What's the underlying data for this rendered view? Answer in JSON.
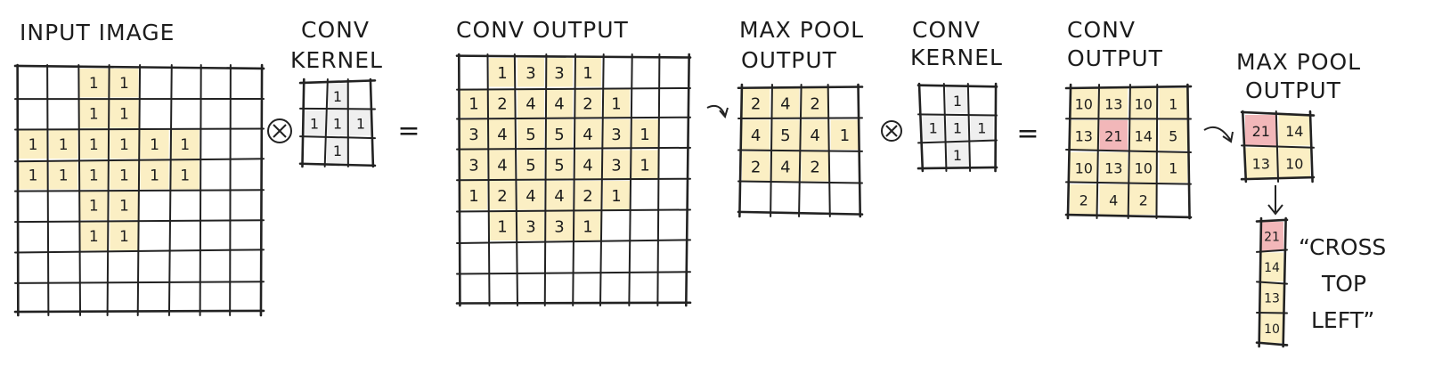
{
  "labels": {
    "input_image": "INPUT IMAGE",
    "conv_kernel_1": [
      "CONV",
      "KERNEL"
    ],
    "conv_output_1": "CONV OUTPUT",
    "max_pool_output_1": [
      "MAX POOL",
      "OUTPUT"
    ],
    "conv_kernel_2": [
      "CONV",
      "KERNEL"
    ],
    "conv_output_2": [
      "CONV",
      "OUTPUT"
    ],
    "max_pool_output_2": [
      "MAX POOL",
      "OUTPUT"
    ],
    "result_caption": [
      "“CROSS",
      "TOP",
      "LEFT”"
    ]
  },
  "symbols": {
    "convolve": "⊗",
    "equals": "="
  },
  "colors": {
    "highlight": "#fbefc4",
    "max_highlight": "#f2b7b9",
    "kernel_fill": "#efefef",
    "ink": "#1c1c1c"
  },
  "grids": [
    {
      "id": "input-image",
      "rows": 8,
      "cols": 8,
      "values": [
        [
          "",
          "",
          "1",
          "1",
          "",
          "",
          "",
          ""
        ],
        [
          "",
          "",
          "1",
          "1",
          "",
          "",
          "",
          ""
        ],
        [
          "1",
          "1",
          "1",
          "1",
          "1",
          "1",
          "",
          ""
        ],
        [
          "1",
          "1",
          "1",
          "1",
          "1",
          "1",
          "",
          ""
        ],
        [
          "",
          "",
          "1",
          "1",
          "",
          "",
          "",
          ""
        ],
        [
          "",
          "",
          "1",
          "1",
          "",
          "",
          "",
          ""
        ],
        [
          "",
          "",
          "",
          "",
          "",
          "",
          "",
          ""
        ],
        [
          "",
          "",
          "",
          "",
          "",
          "",
          "",
          ""
        ]
      ],
      "fill": [
        [
          0,
          0,
          1,
          1,
          0,
          0,
          0,
          0
        ],
        [
          0,
          0,
          1,
          1,
          0,
          0,
          0,
          0
        ],
        [
          1,
          1,
          1,
          1,
          1,
          1,
          0,
          0
        ],
        [
          1,
          1,
          1,
          1,
          1,
          1,
          0,
          0
        ],
        [
          0,
          0,
          1,
          1,
          0,
          0,
          0,
          0
        ],
        [
          0,
          0,
          1,
          1,
          0,
          0,
          0,
          0
        ],
        [
          0,
          0,
          0,
          0,
          0,
          0,
          0,
          0
        ],
        [
          0,
          0,
          0,
          0,
          0,
          0,
          0,
          0
        ]
      ]
    },
    {
      "id": "conv-kernel-1",
      "rows": 3,
      "cols": 3,
      "values": [
        [
          "",
          "1",
          ""
        ],
        [
          "1",
          "1",
          "1"
        ],
        [
          "",
          "1",
          ""
        ]
      ],
      "fill": [
        [
          0,
          2,
          0
        ],
        [
          2,
          2,
          2
        ],
        [
          0,
          2,
          0
        ]
      ]
    },
    {
      "id": "conv-output-1",
      "rows": 8,
      "cols": 8,
      "values": [
        [
          "",
          "1",
          "3",
          "3",
          "1",
          "",
          "",
          ""
        ],
        [
          "1",
          "2",
          "4",
          "4",
          "2",
          "1",
          "",
          ""
        ],
        [
          "3",
          "4",
          "5",
          "5",
          "4",
          "3",
          "1",
          ""
        ],
        [
          "3",
          "4",
          "5",
          "5",
          "4",
          "3",
          "1",
          ""
        ],
        [
          "1",
          "2",
          "4",
          "4",
          "2",
          "1",
          "",
          ""
        ],
        [
          "",
          "1",
          "3",
          "3",
          "1",
          "",
          "",
          ""
        ],
        [
          "",
          "",
          "",
          "",
          "",
          "",
          "",
          ""
        ],
        [
          "",
          "",
          "",
          "",
          "",
          "",
          "",
          ""
        ]
      ],
      "fill": [
        [
          0,
          1,
          1,
          1,
          1,
          0,
          0,
          0
        ],
        [
          1,
          1,
          1,
          1,
          1,
          1,
          0,
          0
        ],
        [
          1,
          1,
          1,
          1,
          1,
          1,
          1,
          0
        ],
        [
          1,
          1,
          1,
          1,
          1,
          1,
          1,
          0
        ],
        [
          1,
          1,
          1,
          1,
          1,
          1,
          0,
          0
        ],
        [
          0,
          1,
          1,
          1,
          1,
          0,
          0,
          0
        ],
        [
          0,
          0,
          0,
          0,
          0,
          0,
          0,
          0
        ],
        [
          0,
          0,
          0,
          0,
          0,
          0,
          0,
          0
        ]
      ]
    },
    {
      "id": "max-pool-output-1",
      "rows": 4,
      "cols": 4,
      "values": [
        [
          "2",
          "4",
          "2",
          ""
        ],
        [
          "4",
          "5",
          "4",
          "1"
        ],
        [
          "2",
          "4",
          "2",
          ""
        ],
        [
          "",
          "",
          "",
          ""
        ]
      ],
      "fill": [
        [
          1,
          1,
          1,
          0
        ],
        [
          1,
          1,
          1,
          1
        ],
        [
          1,
          1,
          1,
          0
        ],
        [
          0,
          0,
          0,
          0
        ]
      ]
    },
    {
      "id": "conv-kernel-2",
      "rows": 3,
      "cols": 3,
      "values": [
        [
          "",
          "1",
          ""
        ],
        [
          "1",
          "1",
          "1"
        ],
        [
          "",
          "1",
          ""
        ]
      ],
      "fill": [
        [
          0,
          2,
          0
        ],
        [
          2,
          2,
          2
        ],
        [
          0,
          2,
          0
        ]
      ]
    },
    {
      "id": "conv-output-2",
      "rows": 4,
      "cols": 4,
      "values": [
        [
          "10",
          "13",
          "10",
          "1"
        ],
        [
          "13",
          "21",
          "14",
          "5"
        ],
        [
          "10",
          "13",
          "10",
          "1"
        ],
        [
          "2",
          "4",
          "2",
          ""
        ]
      ],
      "fill": [
        [
          1,
          1,
          1,
          1
        ],
        [
          1,
          3,
          1,
          1
        ],
        [
          1,
          1,
          1,
          1
        ],
        [
          1,
          1,
          1,
          0
        ]
      ]
    },
    {
      "id": "max-pool-output-2",
      "rows": 2,
      "cols": 2,
      "values": [
        [
          "21",
          "14"
        ],
        [
          "13",
          "10"
        ]
      ],
      "fill": [
        [
          3,
          1
        ],
        [
          1,
          1
        ]
      ]
    },
    {
      "id": "flattened-vector",
      "rows": 4,
      "cols": 1,
      "values": [
        [
          "21"
        ],
        [
          "14"
        ],
        [
          "13"
        ],
        [
          "10"
        ]
      ],
      "fill": [
        [
          3
        ],
        [
          1
        ],
        [
          1
        ],
        [
          1
        ]
      ]
    }
  ]
}
